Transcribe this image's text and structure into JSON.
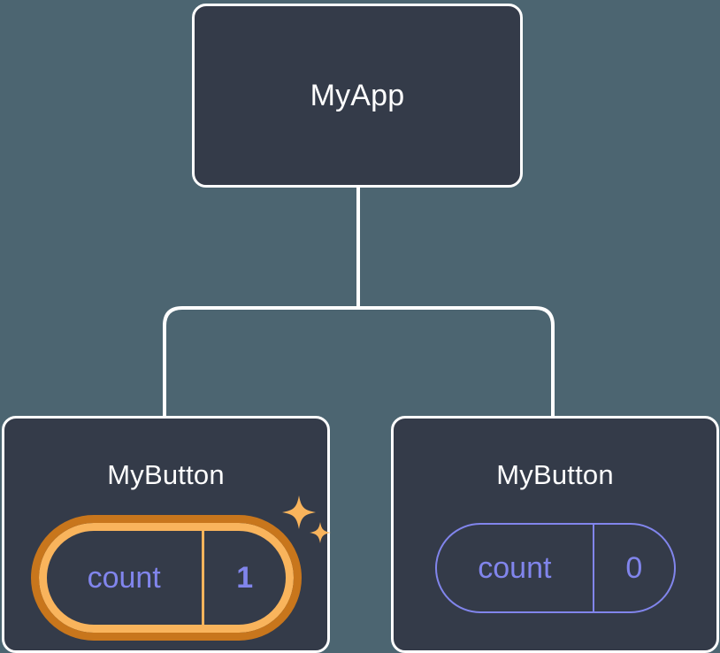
{
  "diagram": {
    "type": "component-tree",
    "background_color": "#4c6571",
    "node_fill_color": "#343b49",
    "node_border_color": "#ffffff",
    "accent_color": "#8185ec",
    "highlight_outer_color": "#c8761c",
    "highlight_inner_color": "#f9b45c",
    "sparkle_color": "#f9b45c",
    "root": {
      "title": "MyApp"
    },
    "children": [
      {
        "title": "MyButton",
        "state": {
          "key": "count",
          "value": "1"
        },
        "highlighted": true,
        "sparkle": true
      },
      {
        "title": "MyButton",
        "state": {
          "key": "count",
          "value": "0"
        },
        "highlighted": false,
        "sparkle": false
      }
    ]
  }
}
